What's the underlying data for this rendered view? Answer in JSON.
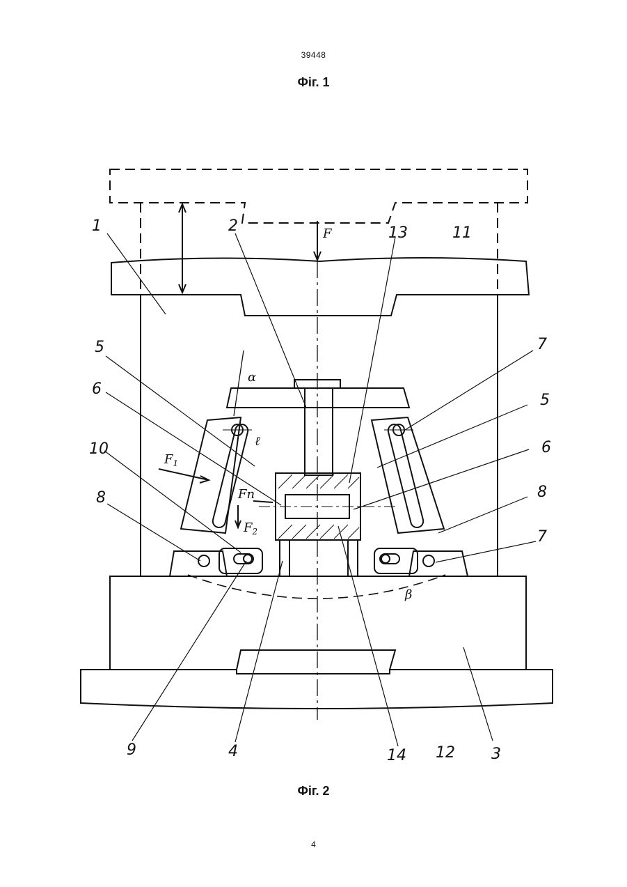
{
  "header": {
    "doc_number": "39448"
  },
  "captions": {
    "fig1": "Фіг. 1",
    "fig2": "Фіг. 2"
  },
  "footer": {
    "page_number": "4"
  },
  "drawing": {
    "part_labels": [
      "1",
      "2",
      "13",
      "11",
      "5",
      "6",
      "10",
      "8",
      "7",
      "5",
      "6",
      "8",
      "7",
      "9",
      "4",
      "14",
      "12",
      "3"
    ],
    "symbols": {
      "force": "F",
      "alpha": "α",
      "beta": "β",
      "ell": "ℓ",
      "f1": "F",
      "f1_sub": "1",
      "fn": "Fn",
      "f2": "F",
      "f2_sub": "2"
    }
  }
}
